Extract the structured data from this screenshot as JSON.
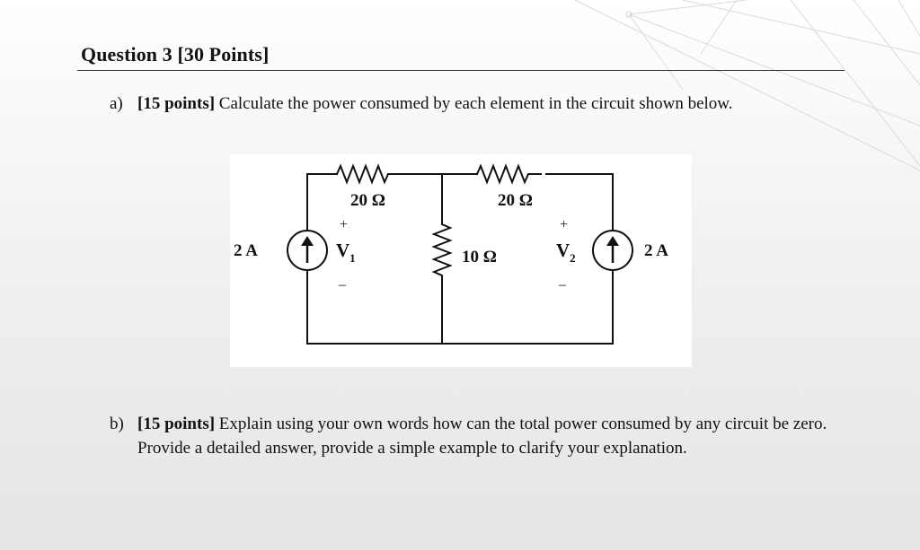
{
  "question": {
    "title": "Question 3 [30 Points]"
  },
  "part_a": {
    "label": "a)",
    "points": "[15 points]",
    "text": " Calculate the power consumed by each element in the circuit shown below."
  },
  "part_b": {
    "label": "b)",
    "points": "[15 points]",
    "text": " Explain using your own words how can the total power consumed by any circuit be zero. Provide a detailed answer, provide a simple example to clarify your explanation."
  },
  "circuit": {
    "source_left_value": "2 A",
    "source_right_value": "2 A",
    "resistor_top_left_value": "20 Ω",
    "resistor_top_right_value": "20 Ω",
    "resistor_middle_value": "10 Ω",
    "v1_symbol": "V",
    "v1_subscript": "1",
    "v2_symbol": "V",
    "v2_subscript": "2",
    "plus_sign": "+",
    "minus_sign": "–"
  }
}
